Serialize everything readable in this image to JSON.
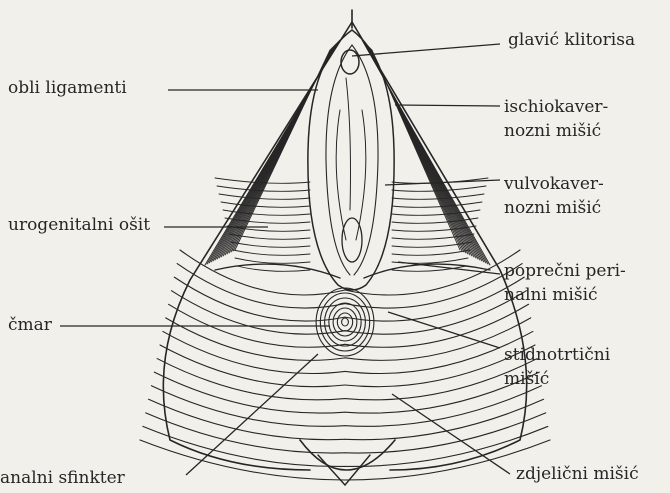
{
  "labels": {
    "glavic": "glavić klitorisa",
    "obli": "obli ligamenti",
    "ischio": [
      "ischiokaver-",
      "nozni mišić"
    ],
    "vulvo": [
      "vulvokaver-",
      "nozni mišić"
    ],
    "urogenitalni": "urogenitalni ošit",
    "poprecni": [
      "poprečni peri-",
      "nalni mišić"
    ],
    "cmar": "čmar",
    "stidnotrticni": [
      "stidnotrtični",
      "mišić"
    ],
    "analni": "analni sfinkter",
    "zdjelicni": "zdjelični mišić"
  },
  "colors": {
    "ink": "#262626",
    "paper": "#f2f0ea"
  }
}
